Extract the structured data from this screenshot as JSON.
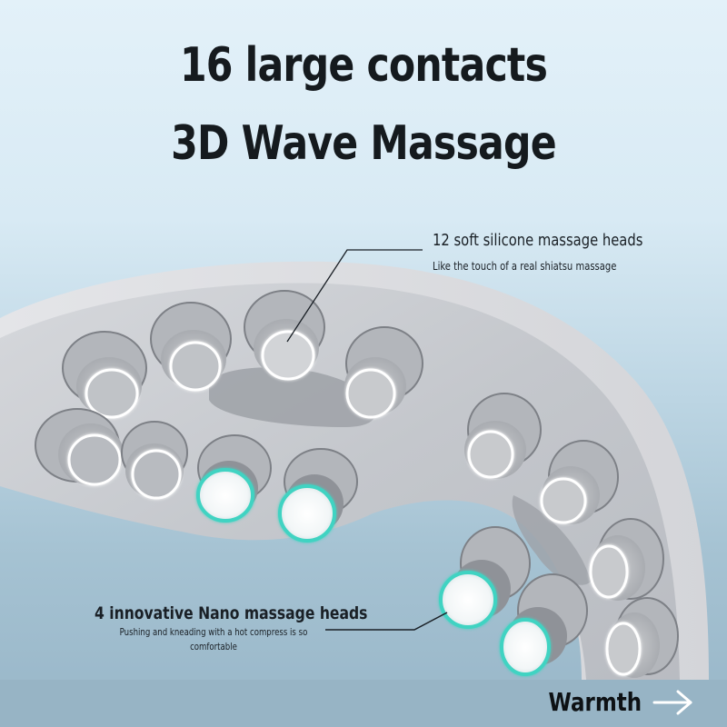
{
  "headline": {
    "line1": "16 large contacts",
    "line2": "3D Wave Massage"
  },
  "callouts": [
    {
      "title": "12 soft silicone massage heads",
      "subtitle": "Like the touch of a real shiatsu massage"
    },
    {
      "title": "4 innovative Nano massage heads",
      "subtitle": "Pushing and kneading with a hot compress is so comfortable"
    }
  ],
  "footer": {
    "next_label": "Warmth",
    "next_icon": "arrow-right-icon"
  },
  "colors": {
    "background_top": "#e3f1f9",
    "background_bottom": "#98b6c8",
    "device_body": "#c9ccd1",
    "silicone_ring": "#ffffff",
    "nano_ring": "#3fd3c2",
    "text": "#151a1e"
  },
  "product": {
    "silicone_heads": 12,
    "nano_heads": 4,
    "total_contacts": 16
  }
}
